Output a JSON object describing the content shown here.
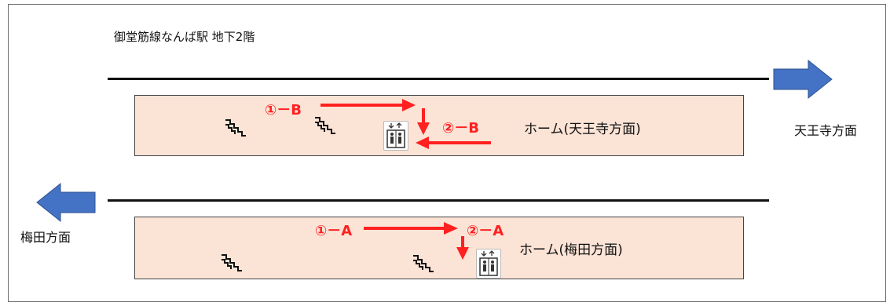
{
  "title": "御堂筋線なんば駅 地下2階",
  "directions": {
    "tennoji": "天王寺方面",
    "umeda": "梅田方面"
  },
  "platforms": {
    "upper": "ホーム(天王寺方面)",
    "lower": "ホーム(梅田方面)"
  },
  "routes": {
    "b1": "①－B",
    "b2": "②－B",
    "a1": "①－A",
    "a2": "②－A"
  },
  "colors": {
    "route_arrow": "#ff2020",
    "direction_arrow": "#4472c4",
    "platform_fill": "#fbe3d6"
  },
  "icons": [
    "staircase-icon",
    "elevator-icon",
    "direction-arrow-icon"
  ]
}
